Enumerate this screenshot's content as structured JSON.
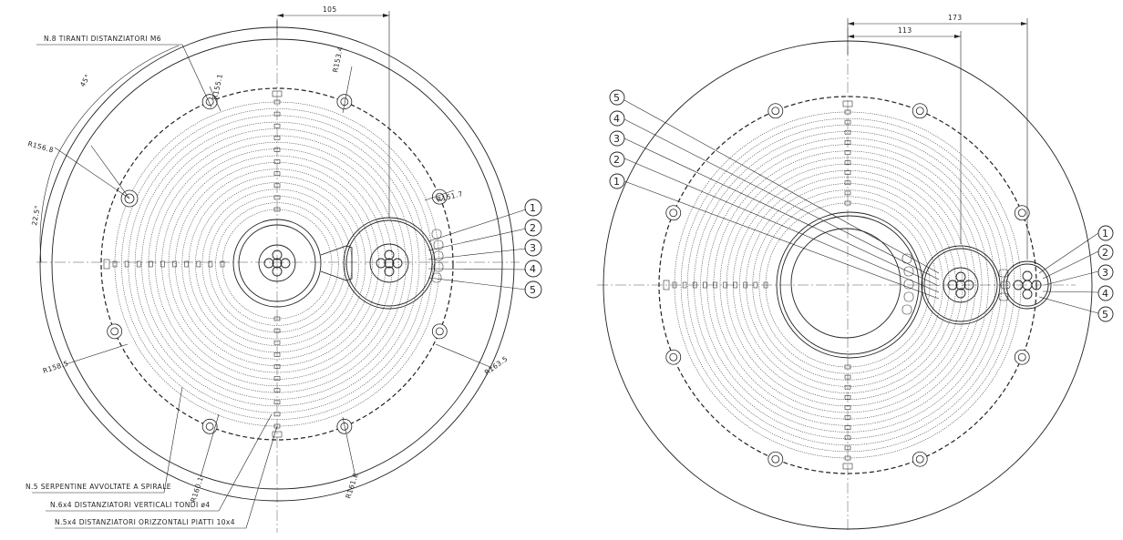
{
  "left_view": {
    "dim_horizontal": "105",
    "angle_top": "45°",
    "angle_side": "22.5°",
    "radius_labels": [
      "R155.1",
      "R153.4",
      "R156.8",
      "R151.7",
      "R158.5",
      "R163.5",
      "R160.1",
      "R161.8"
    ],
    "notes": [
      "N.8 TIRANTI DISTANZIATORI M6",
      "N.5 SERPENTINE AVVOLTATE A SPIRALE",
      "N.6x4 DISTANZIATORI VERTICALI TONDI ø4",
      "N.5x4 DISTANZIATORI ORIZZONTALI PIATTI 10x4"
    ],
    "callouts": [
      "1",
      "2",
      "3",
      "4",
      "5"
    ]
  },
  "right_view": {
    "dim_outer": "173",
    "dim_inner": "113",
    "callouts_left": [
      "5",
      "4",
      "3",
      "2",
      "1"
    ],
    "callouts_right": [
      "1",
      "2",
      "3",
      "4",
      "5"
    ]
  }
}
